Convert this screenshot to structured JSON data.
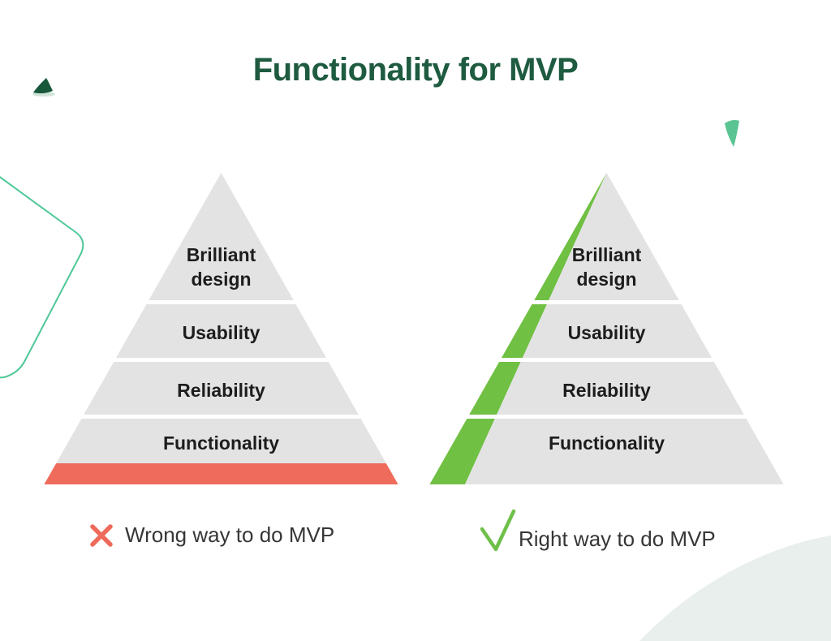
{
  "title": "Functionality for MVP",
  "colors": {
    "title_green": "#1e5b40",
    "layer_gray": "#e3e3e4",
    "wrong_red": "#ef6b5c",
    "right_green": "#70c043",
    "check_green": "#6fc04a",
    "x_red": "#ee6a5a",
    "deco_dark_green": "#18583a",
    "deco_teal": "#5bc493",
    "deco_outline_teal": "#4ec897",
    "deco_blob": "#e9efec",
    "label_dark": "#1d1d1d"
  },
  "pyramids": {
    "wrong": {
      "name": "wrong-way-pyramid",
      "layers": [
        {
          "label": "Brilliant design",
          "lines": [
            "Brilliant",
            "design"
          ]
        },
        {
          "label": "Usability"
        },
        {
          "label": "Reliability"
        },
        {
          "label": "Functionality"
        }
      ],
      "base_strip_color": "#ef6b5c"
    },
    "right": {
      "name": "right-way-pyramid",
      "layers": [
        {
          "label": "Brilliant design",
          "lines": [
            "Brilliant",
            "design"
          ]
        },
        {
          "label": "Usability"
        },
        {
          "label": "Reliability"
        },
        {
          "label": "Functionality"
        }
      ],
      "stripe_color": "#70c043"
    }
  },
  "legend": {
    "wrong": {
      "icon": "x-icon",
      "label": "Wrong way to do MVP"
    },
    "right": {
      "icon": "check-icon",
      "label": "Right way to do MVP"
    }
  }
}
